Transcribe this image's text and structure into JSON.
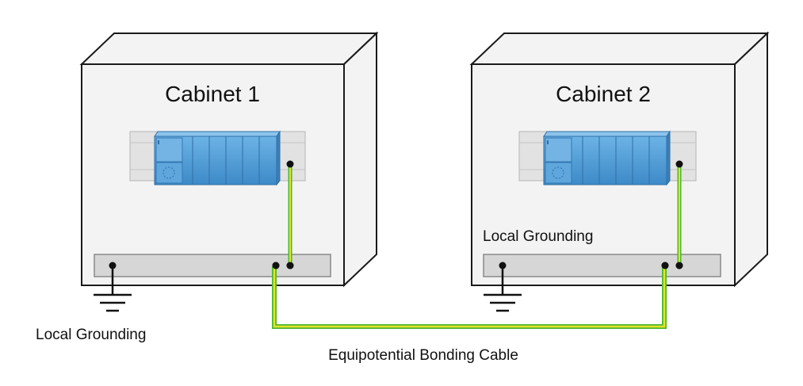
{
  "cabinets": [
    {
      "title": "Cabinet 1"
    },
    {
      "title": "Cabinet 2"
    }
  ],
  "labels": {
    "local_grounding_left": "Local Grounding",
    "local_grounding_right": "Local Grounding",
    "bonding_cable": "Equipotential Bonding Cable"
  },
  "colors": {
    "cabinet_fill": "#f3f3f3",
    "outline": "#1a1a1a",
    "rail": "#d6d6d6",
    "module_blue": "#4f9bd6",
    "cable_yellow": "#e3e32a",
    "cable_green": "#4cb830"
  },
  "icons": {
    "ground": "ground-symbol-icon",
    "module": "plc-module-icon"
  }
}
